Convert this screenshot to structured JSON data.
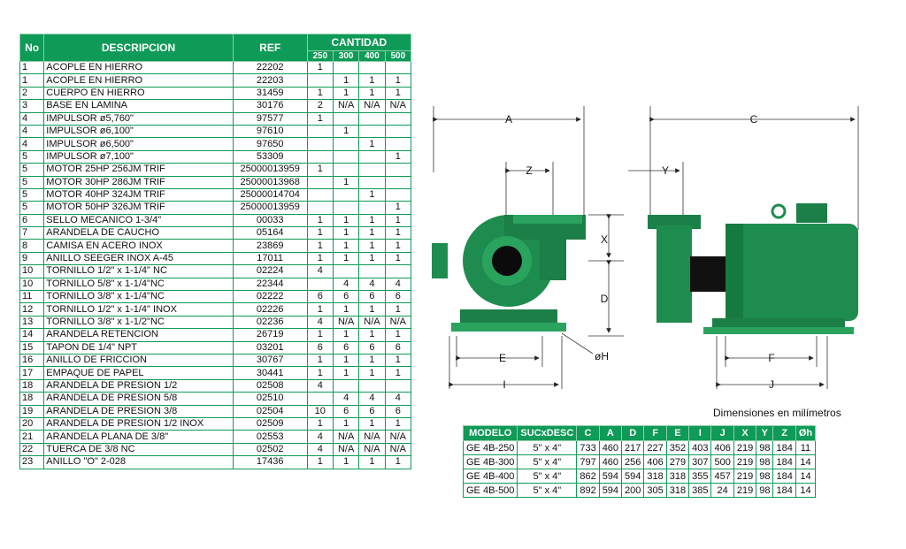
{
  "parts_table": {
    "headers": {
      "no": "No",
      "descripcion": "DESCRIPCION",
      "ref": "REF",
      "cantidad": "CANTIDAD"
    },
    "models": [
      "250",
      "300",
      "400",
      "500"
    ],
    "rows": [
      {
        "no": "1",
        "desc": "ACOPLE EN HIERRO",
        "ref": "22202",
        "q": [
          "1",
          "",
          "",
          ""
        ]
      },
      {
        "no": "1",
        "desc": "ACOPLE EN HIERRO",
        "ref": "22203",
        "q": [
          "",
          "1",
          "1",
          "1"
        ]
      },
      {
        "no": "2",
        "desc": "CUERPO EN HIERRO",
        "ref": "31459",
        "q": [
          "1",
          "1",
          "1",
          "1"
        ]
      },
      {
        "no": "3",
        "desc": "BASE EN LAMINA",
        "ref": "30176",
        "q": [
          "2",
          "N/A",
          "N/A",
          "N/A"
        ]
      },
      {
        "no": "4",
        "desc": "IMPULSOR ø5,760\"",
        "ref": "97577",
        "q": [
          "1",
          "",
          "",
          ""
        ]
      },
      {
        "no": "4",
        "desc": "IMPULSOR ø6,100\"",
        "ref": "97610",
        "q": [
          "",
          "1",
          "",
          ""
        ]
      },
      {
        "no": "4",
        "desc": "IMPULSOR ø6,500\"",
        "ref": "97650",
        "q": [
          "",
          "",
          "1",
          ""
        ]
      },
      {
        "no": "5",
        "desc": "IMPULSOR ø7,100\"",
        "ref": "53309",
        "q": [
          "",
          "",
          "",
          "1"
        ]
      },
      {
        "no": "5",
        "desc": "MOTOR 25HP 256JM TRIF",
        "ref": "25000013959",
        "q": [
          "1",
          "",
          "",
          ""
        ]
      },
      {
        "no": "5",
        "desc": "MOTOR 30HP 286JM TRIF",
        "ref": "25000013968",
        "q": [
          "",
          "1",
          "",
          ""
        ]
      },
      {
        "no": "5",
        "desc": "MOTOR 40HP 324JM TRIF",
        "ref": "25000014704",
        "q": [
          "",
          "",
          "1",
          ""
        ]
      },
      {
        "no": "5",
        "desc": "MOTOR 50HP 326JM TRIF",
        "ref": "25000013959",
        "q": [
          "",
          "",
          "",
          "1"
        ]
      },
      {
        "no": "6",
        "desc": "SELLO MECANICO 1-3/4\"",
        "ref": "00033",
        "q": [
          "1",
          "1",
          "1",
          "1"
        ]
      },
      {
        "no": "7",
        "desc": "ARANDELA DE CAUCHO",
        "ref": "05164",
        "q": [
          "1",
          "1",
          "1",
          "1"
        ]
      },
      {
        "no": "8",
        "desc": "CAMISA EN ACERO INOX",
        "ref": "23869",
        "q": [
          "1",
          "1",
          "1",
          "1"
        ]
      },
      {
        "no": "9",
        "desc": "ANILLO SEEGER INOX A-45",
        "ref": "17011",
        "q": [
          "1",
          "1",
          "1",
          "1"
        ]
      },
      {
        "no": "10",
        "desc": "TORNILLO 1/2\" x 1-1/4\" NC",
        "ref": "02224",
        "q": [
          "4",
          "",
          "",
          ""
        ]
      },
      {
        "no": "10",
        "desc": "TORNILLO 5/8\" x 1-1/4\"NC",
        "ref": "22344",
        "q": [
          "",
          "4",
          "4",
          "4"
        ]
      },
      {
        "no": "11",
        "desc": "TORNILLO 3/8\" x 1-1/4\"NC",
        "ref": "02222",
        "q": [
          "6",
          "6",
          "6",
          "6"
        ]
      },
      {
        "no": "12",
        "desc": "TORNILLO 1/2\" x 1-1/4\" INOX",
        "ref": "02226",
        "q": [
          "1",
          "1",
          "1",
          "1"
        ]
      },
      {
        "no": "13",
        "desc": "TORNILLO 3/8\" x 1-1/2\"NC",
        "ref": "02236",
        "q": [
          "4",
          "N/A",
          "N/A",
          "N/A"
        ]
      },
      {
        "no": "14",
        "desc": "ARANDELA RETENCION",
        "ref": "26719",
        "q": [
          "1",
          "1",
          "1",
          "1"
        ]
      },
      {
        "no": "15",
        "desc": "TAPON DE 1/4\" NPT",
        "ref": "03201",
        "q": [
          "6",
          "6",
          "6",
          "6"
        ]
      },
      {
        "no": "16",
        "desc": "ANILLO DE FRICCION",
        "ref": "30767",
        "q": [
          "1",
          "1",
          "1",
          "1"
        ]
      },
      {
        "no": "17",
        "desc": "EMPAQUE DE PAPEL",
        "ref": "30441",
        "q": [
          "1",
          "1",
          "1",
          "1"
        ]
      },
      {
        "no": "18",
        "desc": "ARANDELA DE PRESION 1/2",
        "ref": "02508",
        "q": [
          "4",
          "",
          "",
          ""
        ]
      },
      {
        "no": "18",
        "desc": "ARANDELA DE PRESION 5/8",
        "ref": "02510",
        "q": [
          "",
          "4",
          "4",
          "4"
        ]
      },
      {
        "no": "19",
        "desc": "ARANDELA DE PRESION 3/8",
        "ref": "02504",
        "q": [
          "10",
          "6",
          "6",
          "6"
        ]
      },
      {
        "no": "20",
        "desc": "ARANDELA DE PRESION 1/2 INOX",
        "ref": "02509",
        "q": [
          "1",
          "1",
          "1",
          "1"
        ]
      },
      {
        "no": "21",
        "desc": "ARANDELA PLANA DE 3/8\"",
        "ref": "02553",
        "q": [
          "4",
          "N/A",
          "N/A",
          "N/A"
        ]
      },
      {
        "no": "22",
        "desc": "TUERCA DE 3/8 NC",
        "ref": "02502",
        "q": [
          "4",
          "N/A",
          "N/A",
          "N/A"
        ]
      },
      {
        "no": "23",
        "desc": "ANILLO \"O\" 2-028",
        "ref": "17436",
        "q": [
          "1",
          "1",
          "1",
          "1"
        ]
      }
    ]
  },
  "drawing": {
    "labels": {
      "A": "A",
      "C": "C",
      "Z": "Z",
      "Y": "Y",
      "X": "X",
      "D": "D",
      "E": "E",
      "F": "F",
      "I": "I",
      "J": "J",
      "H": "øH"
    },
    "pump_color": "#1e8c4f"
  },
  "dimensions": {
    "caption": "Dimensiones en milímetros",
    "headers": [
      "MODELO",
      "SUCxDESC",
      "C",
      "A",
      "D",
      "F",
      "E",
      "I",
      "J",
      "X",
      "Y",
      "Z",
      "Øh"
    ],
    "rows": [
      [
        "GE 4B-250",
        "5\" x 4\"",
        "733",
        "460",
        "217",
        "227",
        "352",
        "403",
        "406",
        "219",
        "98",
        "184",
        "11"
      ],
      [
        "GE 4B-300",
        "5\" x 4\"",
        "797",
        "460",
        "256",
        "406",
        "279",
        "307",
        "500",
        "219",
        "98",
        "184",
        "14"
      ],
      [
        "GE 4B-400",
        "5\" x 4\"",
        "862",
        "594",
        "594",
        "318",
        "318",
        "355",
        "457",
        "219",
        "98",
        "184",
        "14"
      ],
      [
        "GE 4B-500",
        "5\" x 4\"",
        "892",
        "594",
        "200",
        "305",
        "318",
        "385",
        "24",
        "219",
        "98",
        "184",
        "14"
      ]
    ]
  },
  "colors": {
    "header_green": "#0e9a57",
    "border_green": "#0e9a57"
  }
}
